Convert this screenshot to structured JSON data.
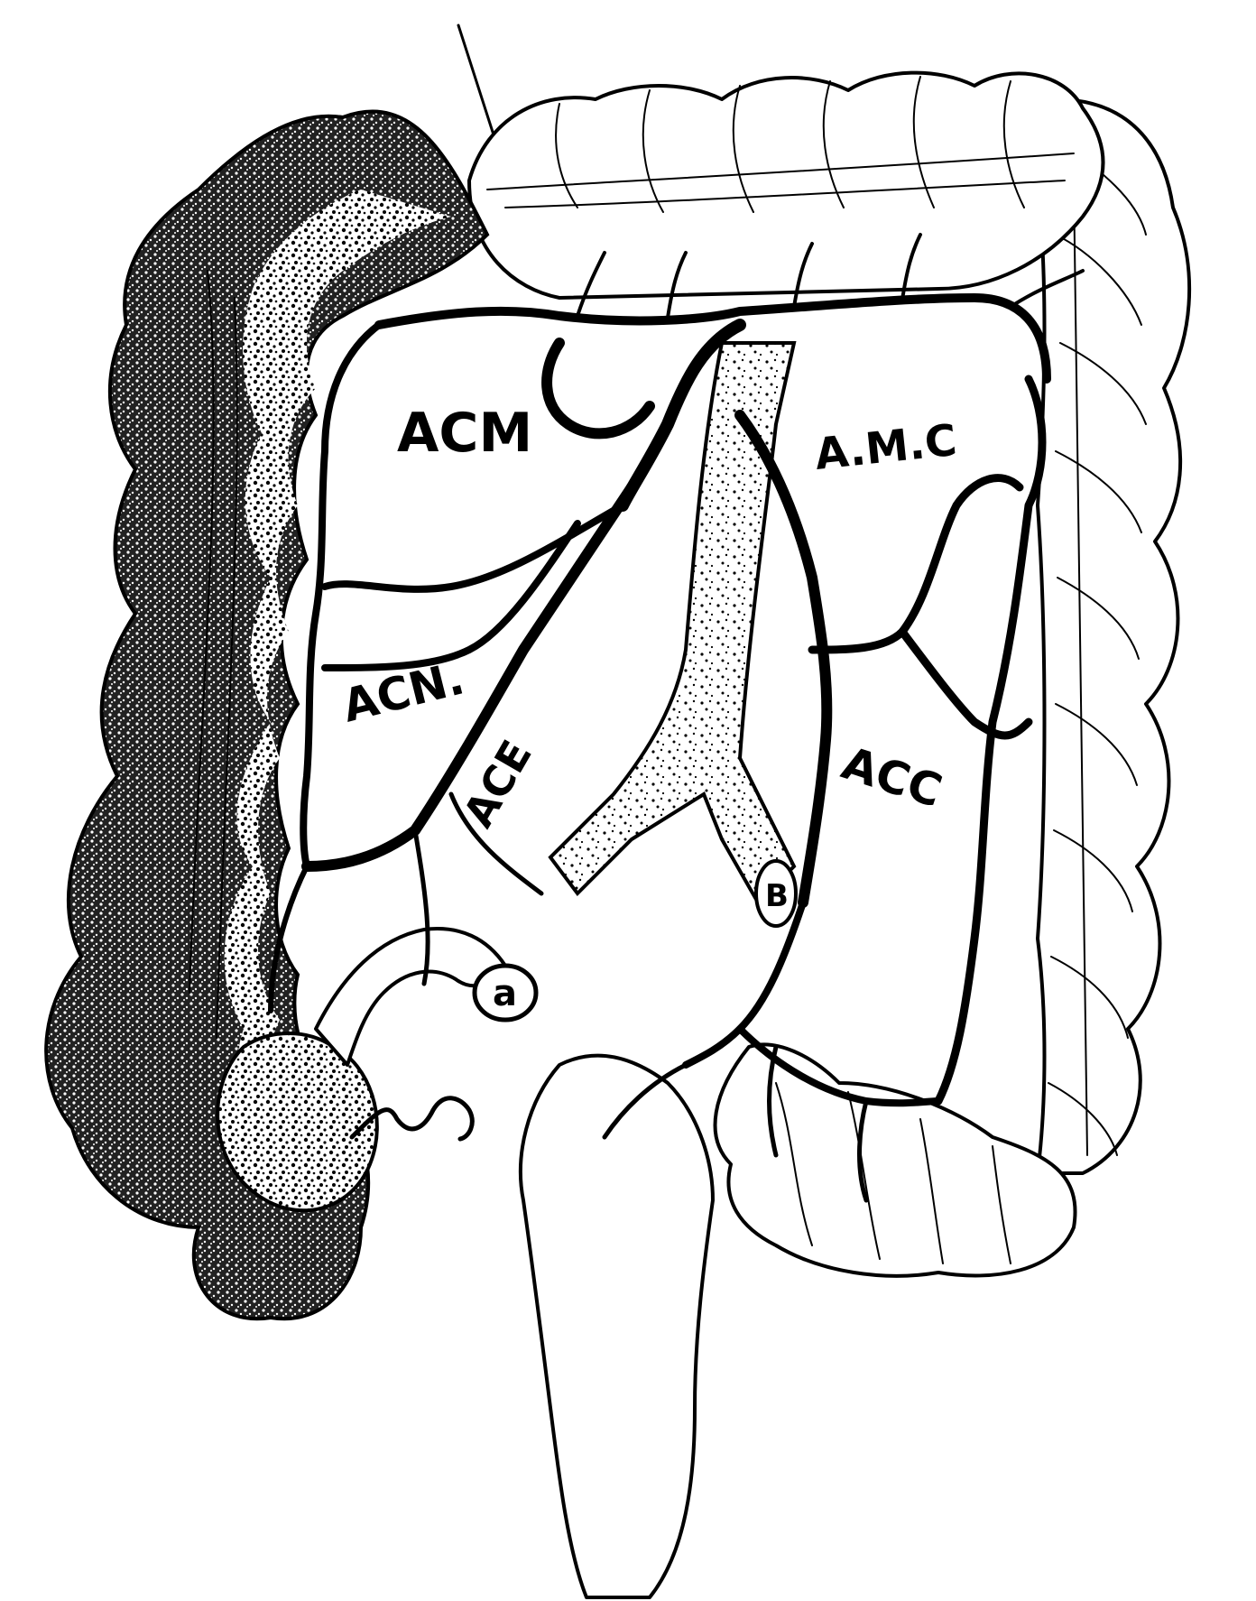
{
  "labels": {
    "acm": "ACM",
    "amc": "A.M.C",
    "acn": "ACN.",
    "acc": "ACC",
    "ace": "ACE",
    "a": "a",
    "b": "B"
  },
  "colors": {
    "ink": "#000000",
    "paper": "#ffffff"
  }
}
